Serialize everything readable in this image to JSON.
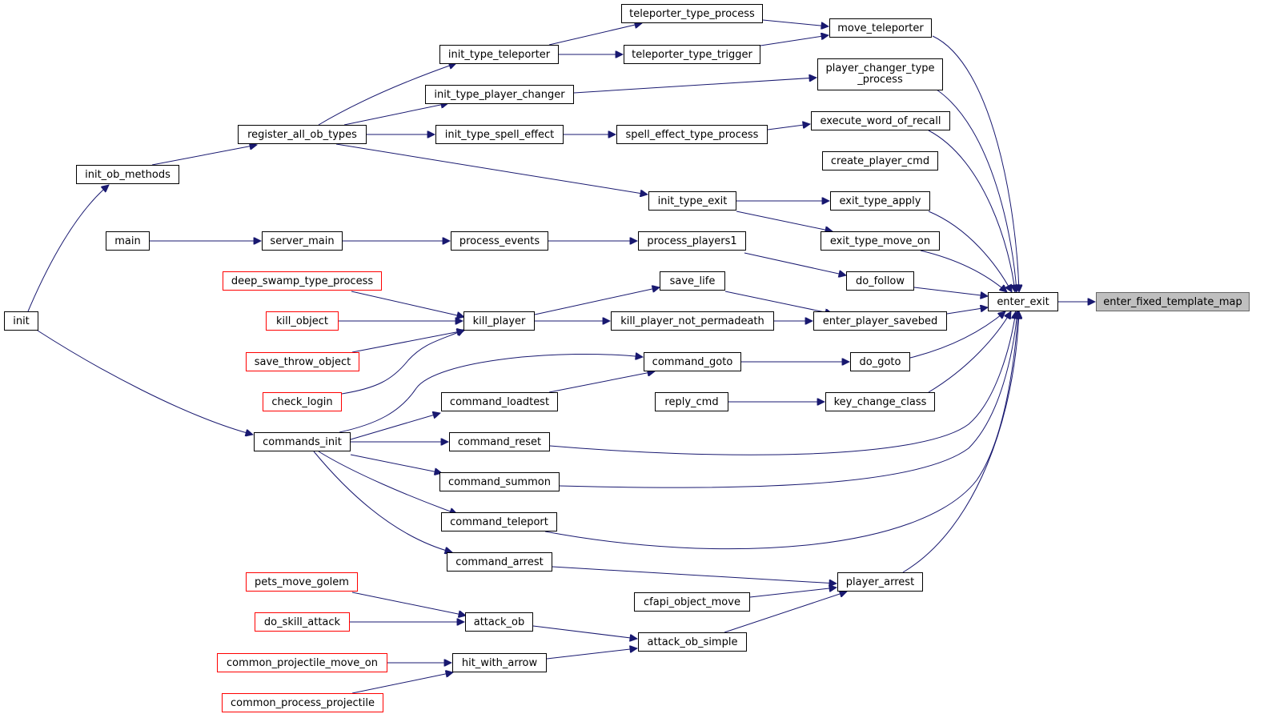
{
  "nodes": {
    "enter_fixed_template_map": "enter_fixed_template_map",
    "enter_exit": "enter_exit",
    "move_teleporter": "move_teleporter",
    "player_changer_type_process": [
      "player_changer_type",
      "_process"
    ],
    "execute_word_of_recall": "execute_word_of_recall",
    "create_player_cmd": "create_player_cmd",
    "exit_type_apply": "exit_type_apply",
    "exit_type_move_on": "exit_type_move_on",
    "do_follow": "do_follow",
    "enter_player_savebed": "enter_player_savebed",
    "do_goto": "do_goto",
    "key_change_class": "key_change_class",
    "player_arrest": "player_arrest",
    "teleporter_type_process": "teleporter_type_process",
    "teleporter_type_trigger": "teleporter_type_trigger",
    "spell_effect_type_process": "spell_effect_type_process",
    "init_type_exit": "init_type_exit",
    "process_players1": "process_players1",
    "save_life": "save_life",
    "kill_player_not_permadeath": "kill_player_not_permadeath",
    "command_goto": "command_goto",
    "reply_cmd": "reply_cmd",
    "cfapi_object_move": "cfapi_object_move",
    "attack_ob_simple": "attack_ob_simple",
    "init_type_teleporter": "init_type_teleporter",
    "init_type_player_changer": "init_type_player_changer",
    "init_type_spell_effect": "init_type_spell_effect",
    "process_events": "process_events",
    "kill_player": "kill_player",
    "command_loadtest": "command_loadtest",
    "command_reset": "command_reset",
    "command_summon": "command_summon",
    "command_teleport": "command_teleport",
    "command_arrest": "command_arrest",
    "attack_ob": "attack_ob",
    "hit_with_arrow": "hit_with_arrow",
    "register_all_ob_types": "register_all_ob_types",
    "server_main": "server_main",
    "deep_swamp_type_process": "deep_swamp_type_process",
    "kill_object": "kill_object",
    "save_throw_object": "save_throw_object",
    "check_login": "check_login",
    "commands_init": "commands_init",
    "pets_move_golem": "pets_move_golem",
    "do_skill_attack": "do_skill_attack",
    "common_projectile_move_on": "common_projectile_move_on",
    "common_process_projectile": "common_process_projectile",
    "init_ob_methods": "init_ob_methods",
    "main": "main",
    "init": "init"
  },
  "colors": {
    "edge": "#191970",
    "truncated_border": "#ff0000",
    "target_fill": "#bfbfbf"
  }
}
